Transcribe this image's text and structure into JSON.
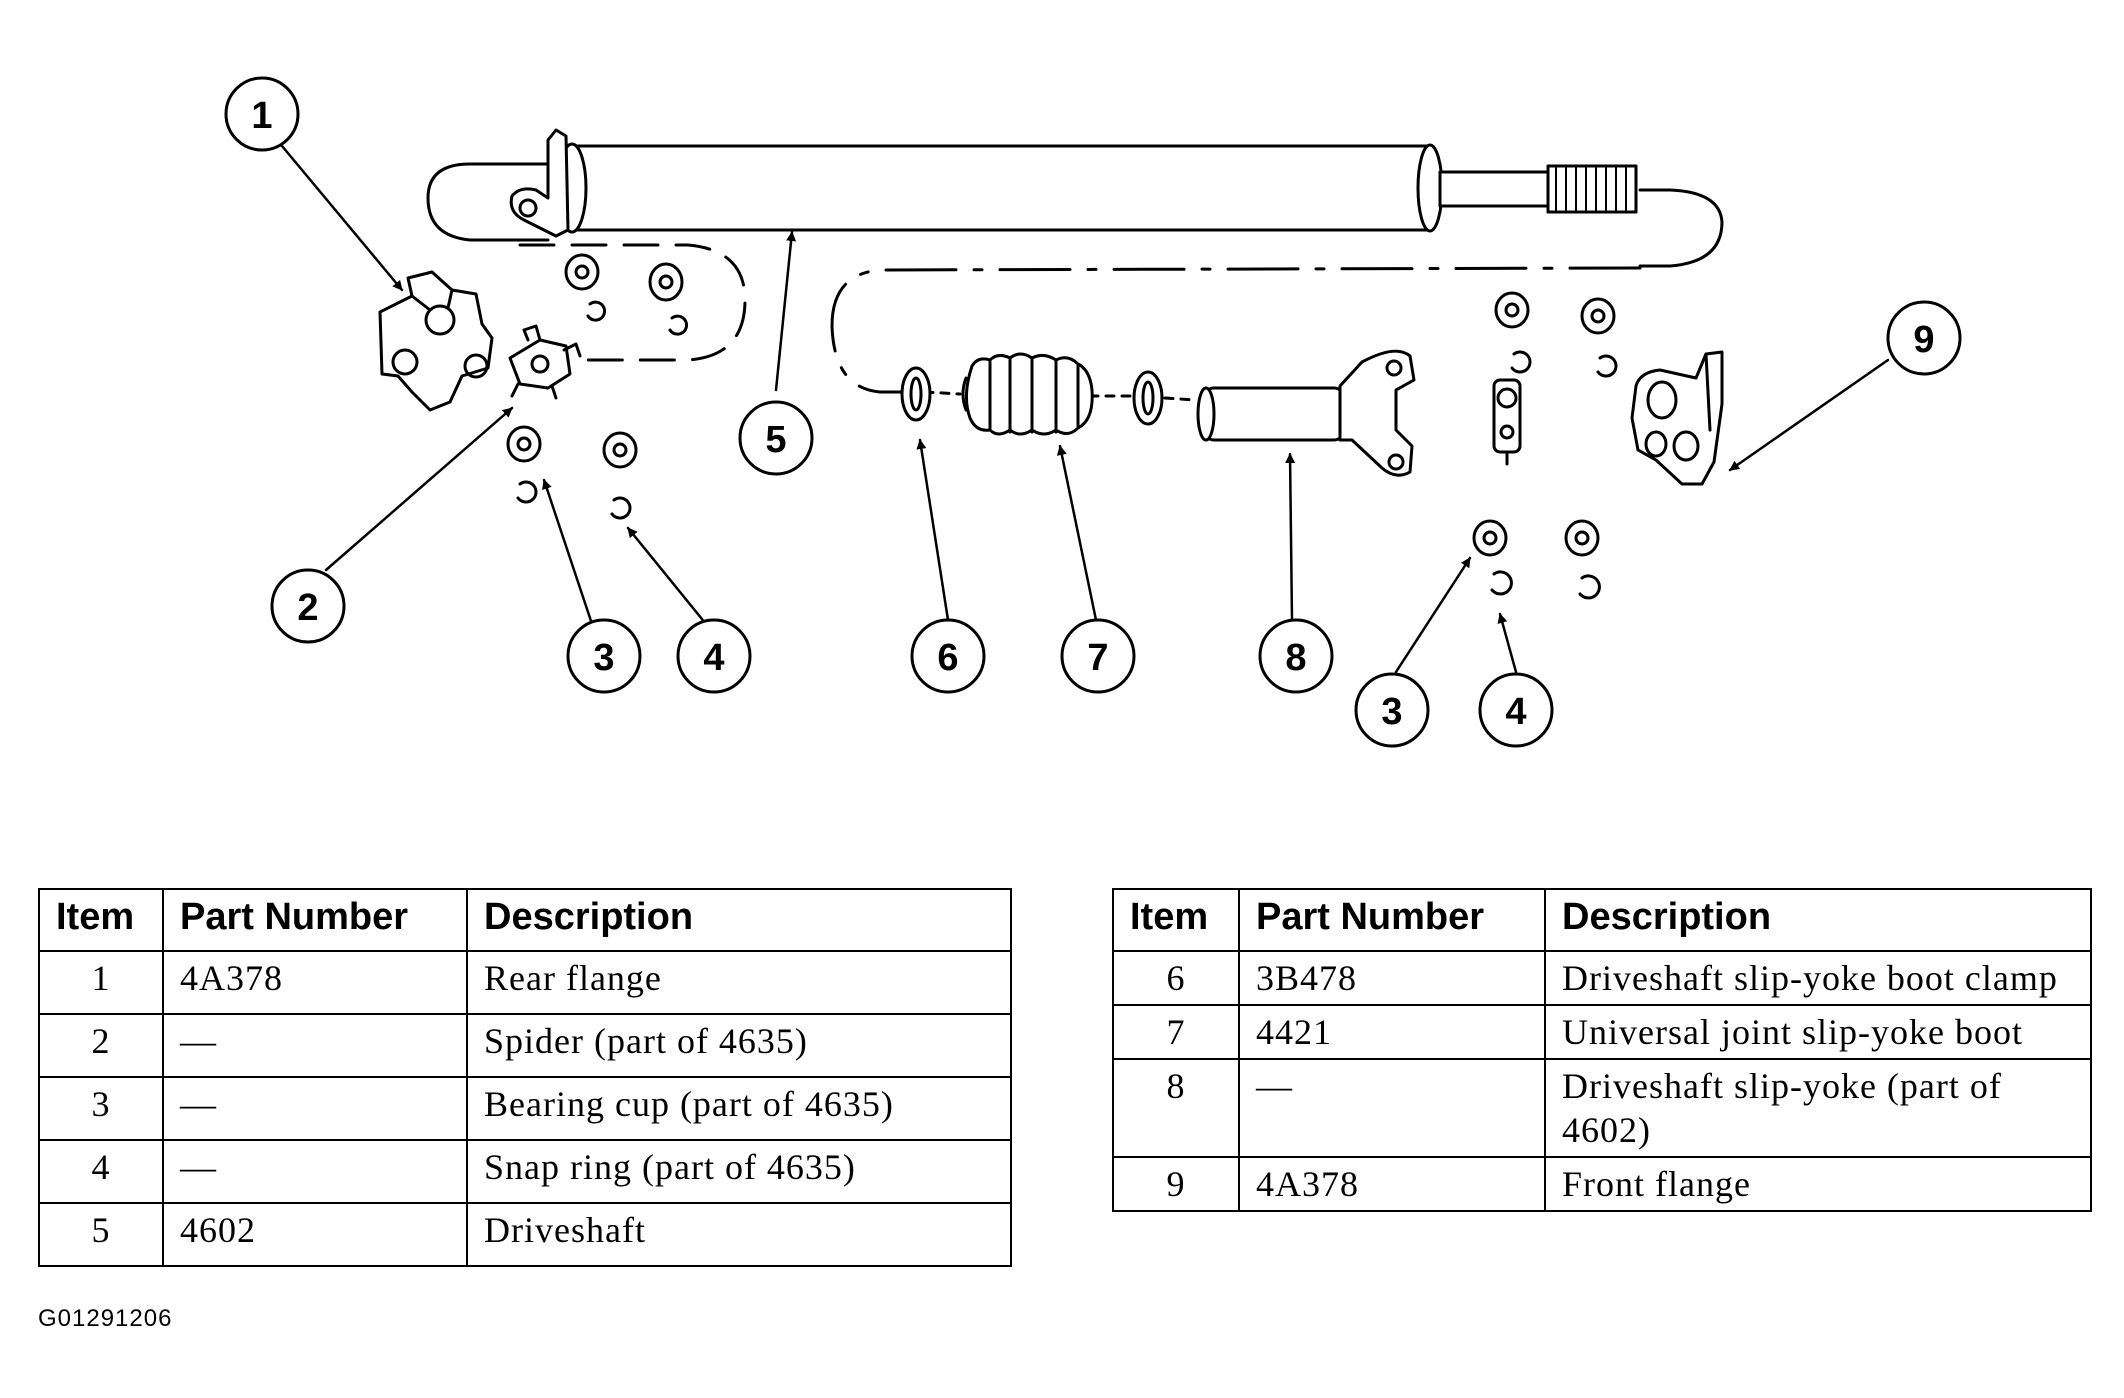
{
  "callouts": [
    "1",
    "2",
    "3",
    "4",
    "5",
    "6",
    "7",
    "8",
    "9",
    "3",
    "4"
  ],
  "table_left": {
    "headers": {
      "item": "Item",
      "part_number": "Part Number",
      "description": "Description"
    },
    "rows": [
      {
        "item": "1",
        "part_number": "4A378",
        "description": "Rear flange"
      },
      {
        "item": "2",
        "part_number": "—",
        "description": "Spider (part of 4635)"
      },
      {
        "item": "3",
        "part_number": "—",
        "description": "Bearing cup (part of 4635)"
      },
      {
        "item": "4",
        "part_number": "—",
        "description": "Snap ring (part of 4635)"
      },
      {
        "item": "5",
        "part_number": "4602",
        "description": "Driveshaft"
      }
    ]
  },
  "table_right": {
    "headers": {
      "item": "Item",
      "part_number": "Part Number",
      "description": "Description"
    },
    "rows": [
      {
        "item": "6",
        "part_number": "3B478",
        "description": "Driveshaft slip-yoke boot clamp"
      },
      {
        "item": "7",
        "part_number": "4421",
        "description": "Universal joint slip-yoke boot"
      },
      {
        "item": "8",
        "part_number": "—",
        "description": "Driveshaft slip-yoke (part of 4602)"
      },
      {
        "item": "9",
        "part_number": "4A378",
        "description": "Front flange"
      }
    ]
  },
  "figure_id": "G01291206"
}
